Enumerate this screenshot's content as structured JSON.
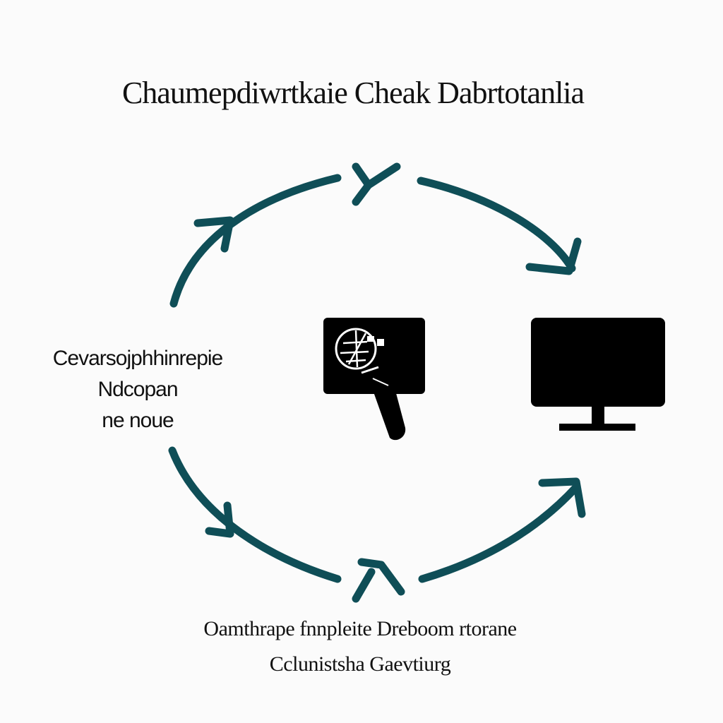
{
  "diagram": {
    "title": "Chaumepdiwrtkaie Cheak Dabrtotanlia",
    "left_label": {
      "line1": "Cevarsojphhinrepie",
      "line2": "Ndcopan",
      "line3": "ne noue"
    },
    "bottom_label": {
      "line1": "Oamthrape fnnpleite Dreboom rtorane",
      "line2": "Cclunistsha Gaevtiurg"
    },
    "colors": {
      "arrow": "#0f4e57",
      "icon": "#000000",
      "text": "#141414",
      "background": "#fbfbfb"
    },
    "icons": [
      "document-checker-icon",
      "monitor-icon"
    ]
  }
}
